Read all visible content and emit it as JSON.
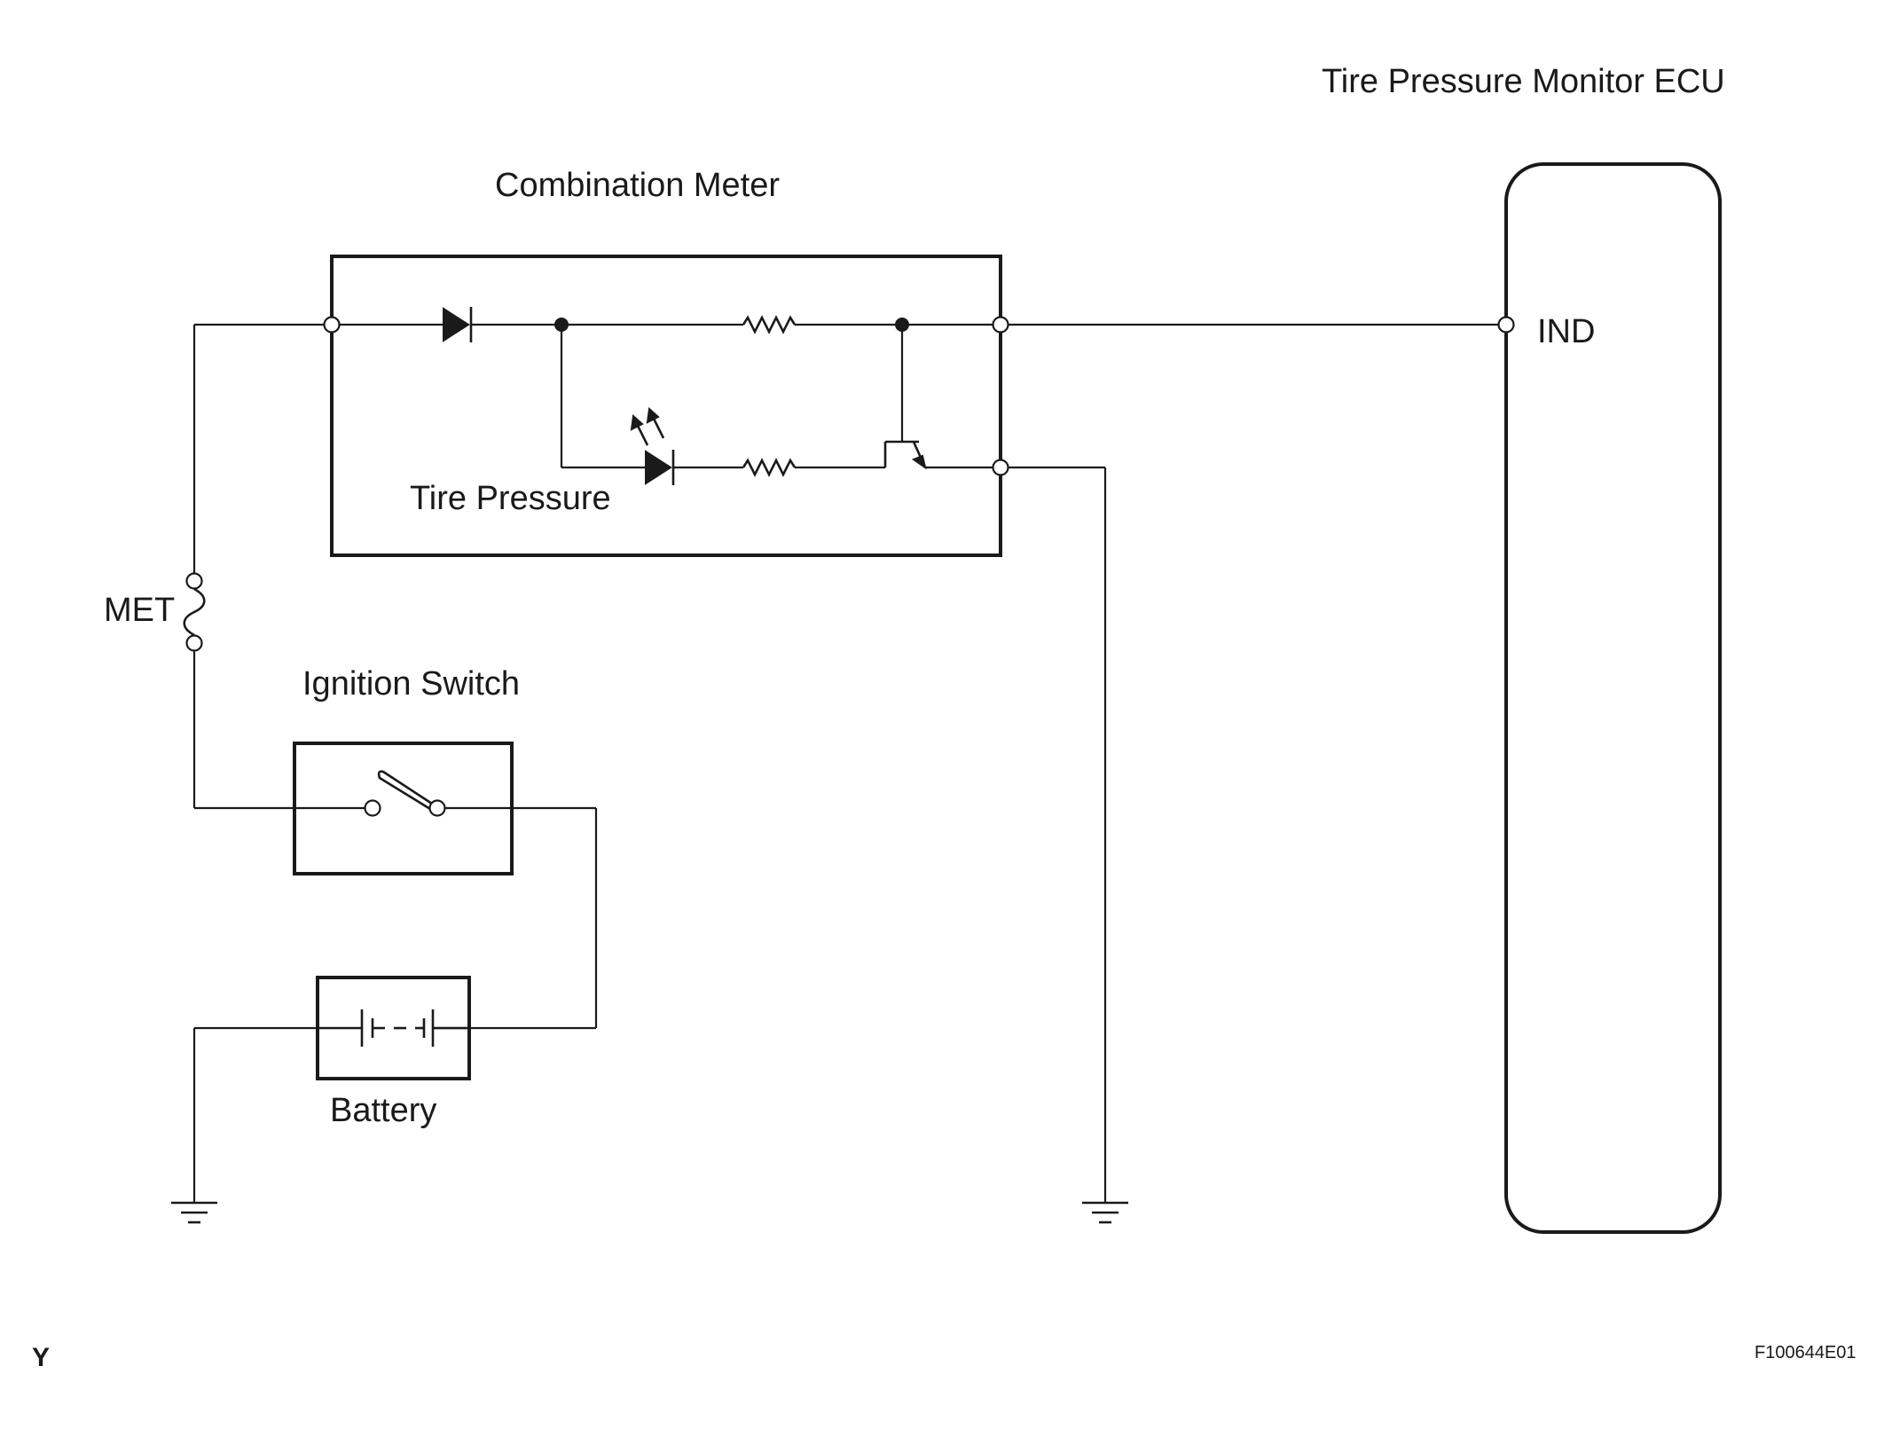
{
  "labels": {
    "ecu_title": "Tire Pressure Monitor ECU",
    "meter_title": "Combination Meter",
    "ind_terminal": "IND",
    "lamp_label": "Tire Pressure",
    "fuse_label": "MET",
    "ignition_label": "Ignition Switch",
    "battery_label": "Battery",
    "corner_mark": "Y",
    "figure_id": "F100644E01"
  },
  "colors": {
    "line": "#1a1a1a",
    "background": "#ffffff"
  }
}
